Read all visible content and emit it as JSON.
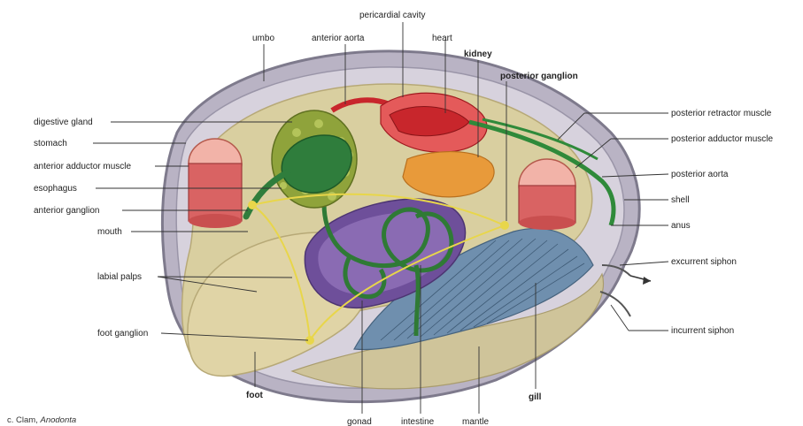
{
  "figure": {
    "caption_prefix": "c. Clam, ",
    "caption_genus": "Anodonta"
  },
  "labels": {
    "umbo": "umbo",
    "anterior_aorta": "anterior aorta",
    "pericardial_cavity": "pericardial cavity",
    "heart": "heart",
    "kidney": "kidney",
    "posterior_ganglion": "posterior ganglion",
    "digestive_gland": "digestive gland",
    "stomach": "stomach",
    "anterior_adductor_muscle": "anterior adductor muscle",
    "esophagus": "esophagus",
    "anterior_ganglion": "anterior ganglion",
    "mouth": "mouth",
    "labial_palps": "labial palps",
    "foot_ganglion": "foot ganglion",
    "foot": "foot",
    "gonad": "gonad",
    "intestine": "intestine",
    "mantle": "mantle",
    "gill": "gill",
    "posterior_retractor_muscle": "posterior retractor muscle",
    "posterior_adductor_muscle": "posterior adductor muscle",
    "posterior_aorta": "posterior aorta",
    "shell": "shell",
    "anus": "anus",
    "excurrent_siphon": "excurrent siphon",
    "incurrent_siphon": "incurrent siphon"
  },
  "colors": {
    "shell_outer": "#b9b3c4",
    "shell_rim": "#7e7a8c",
    "body": "#d9cfa0",
    "body_dark": "#b7a977",
    "digestive_gland": "#8fa33b",
    "stomach": "#2f7d3c",
    "intestine": "#3a8a3e",
    "heart": "#c8262c",
    "kidney": "#e89a3a",
    "adductor": "#e37a7a",
    "gonad_outer": "#6e4f9a",
    "gonad_inner": "#8fa14a",
    "gill": "#6f8fae",
    "nerve": "#e8d64a"
  }
}
